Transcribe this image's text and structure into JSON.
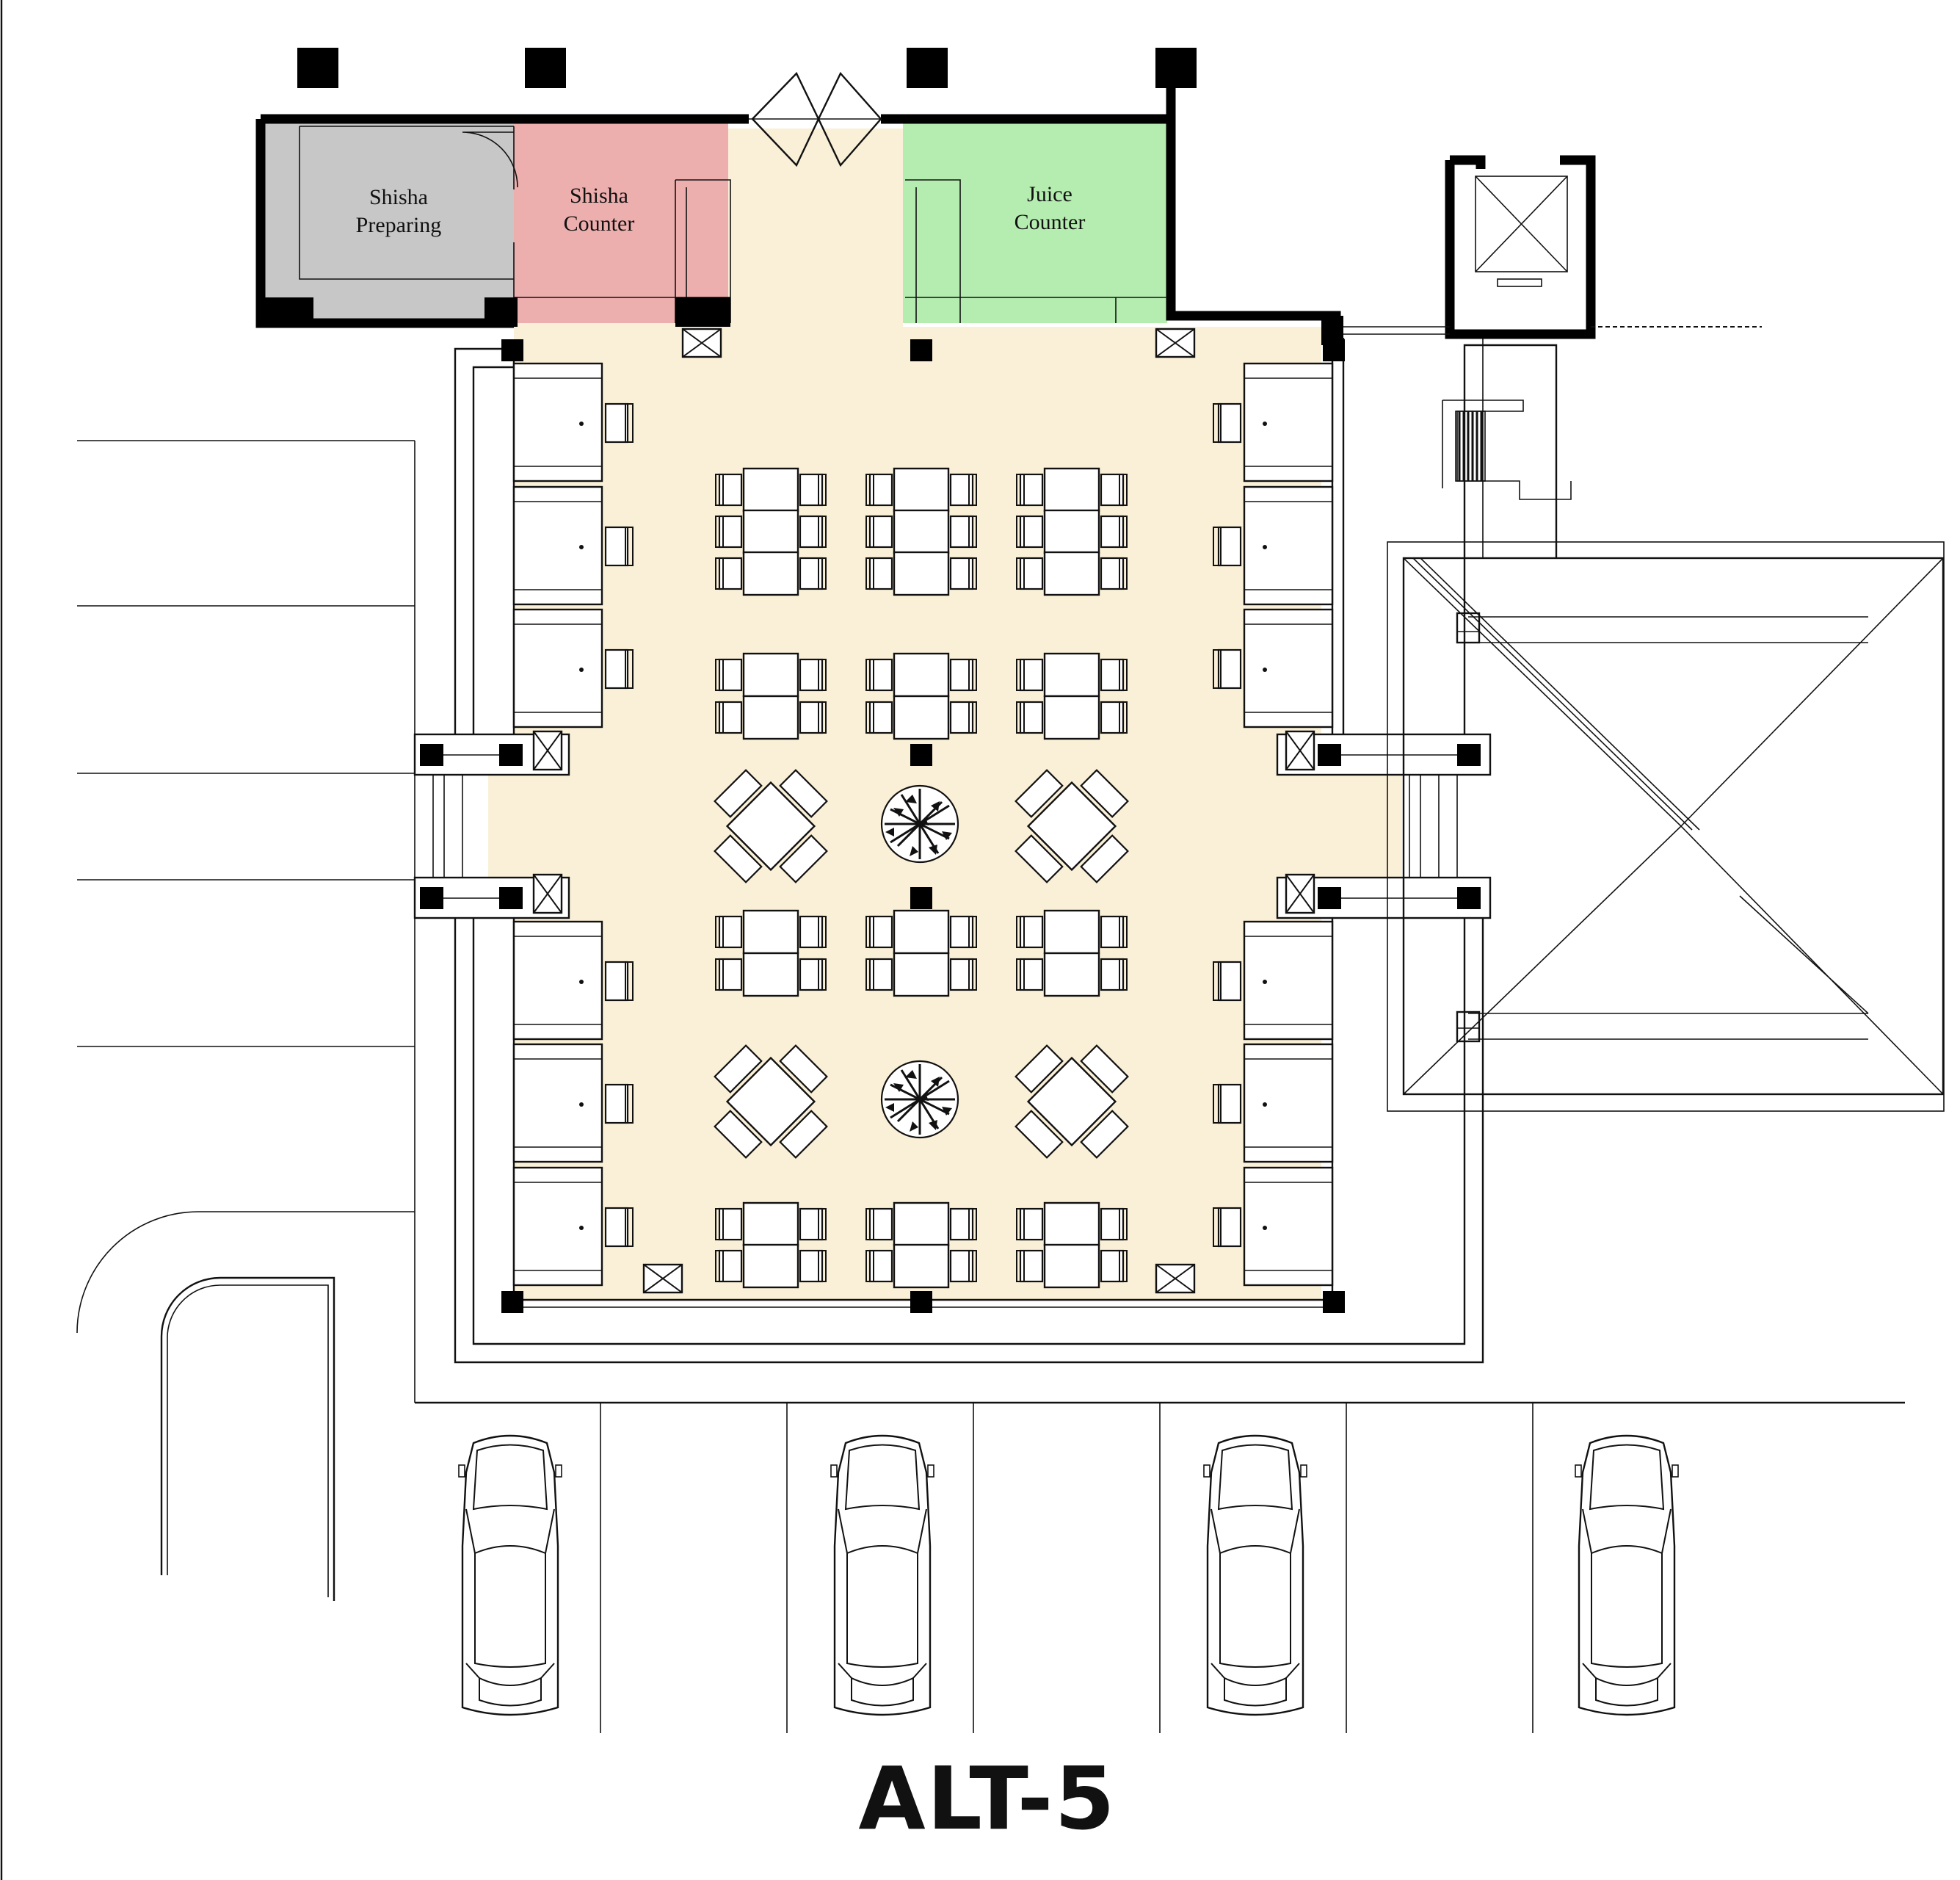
{
  "colors": {
    "floor": "#faf0d8",
    "shisha_preparing": "#c7c7c7",
    "shisha_counter": "#edaeae",
    "juice_counter": "#b5ecb0",
    "line": "#111111"
  },
  "rooms": {
    "shisha_preparing": {
      "line1": "Shisha",
      "line2": "Preparing"
    },
    "shisha_counter": {
      "line1": "Shisha",
      "line2": "Counter"
    },
    "juice_counter": {
      "line1": "Juice",
      "line2": "Counter"
    }
  },
  "title": "ALT-5",
  "icons": {
    "table": "table-with-chairs-icon",
    "diagonal_table": "diagonal-table-icon",
    "plant": "plant-icon",
    "car": "car-icon",
    "door": "double-door-icon",
    "elevator": "elevator-icon",
    "stairs": "stairs-icon",
    "column": "column-icon",
    "sofa": "sofa-booth-icon"
  }
}
